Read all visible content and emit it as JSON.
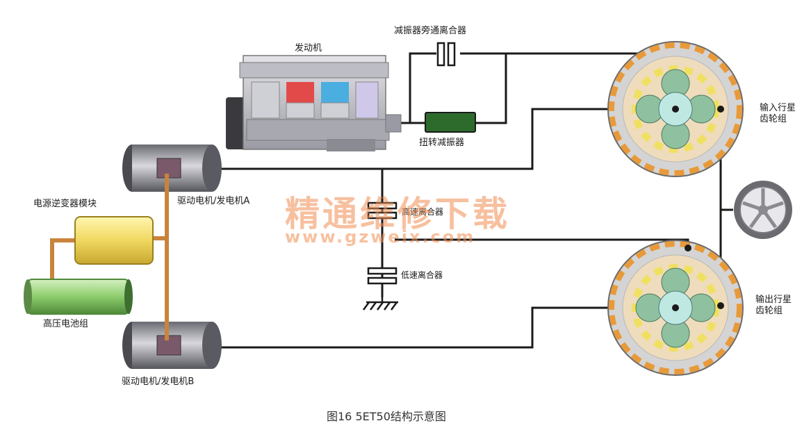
{
  "labels": {
    "engine": "发动机",
    "damper_bypass_clutch": "减振器旁通离合器",
    "torsional_damper": "扭转减振器",
    "input_planetary": "输入行星\n齿轮组",
    "output_planetary": "输出行星\n齿轮组",
    "motor_a": "驱动电机/发电机A",
    "motor_b": "驱动电机/发电机B",
    "inverter": "电源逆变器模块",
    "battery": "高压电池组",
    "high_clutch": "高速离合器",
    "low_clutch": "低速离合器"
  },
  "watermark": {
    "main": "精通维修下载",
    "url": "www.gzweix.com"
  },
  "caption": "图16 5ET50结构示意图",
  "colors": {
    "line": "#1a1a1a",
    "cable": "#c8843c",
    "inverter": "#f0d860",
    "battery": "#8ccc6c",
    "damper": "#2d6b2d",
    "gear_ring": "#eedcbc",
    "gear_teeth": "#e89a3a",
    "planet": "#8fc0a0",
    "watermark": "#f08c50"
  }
}
